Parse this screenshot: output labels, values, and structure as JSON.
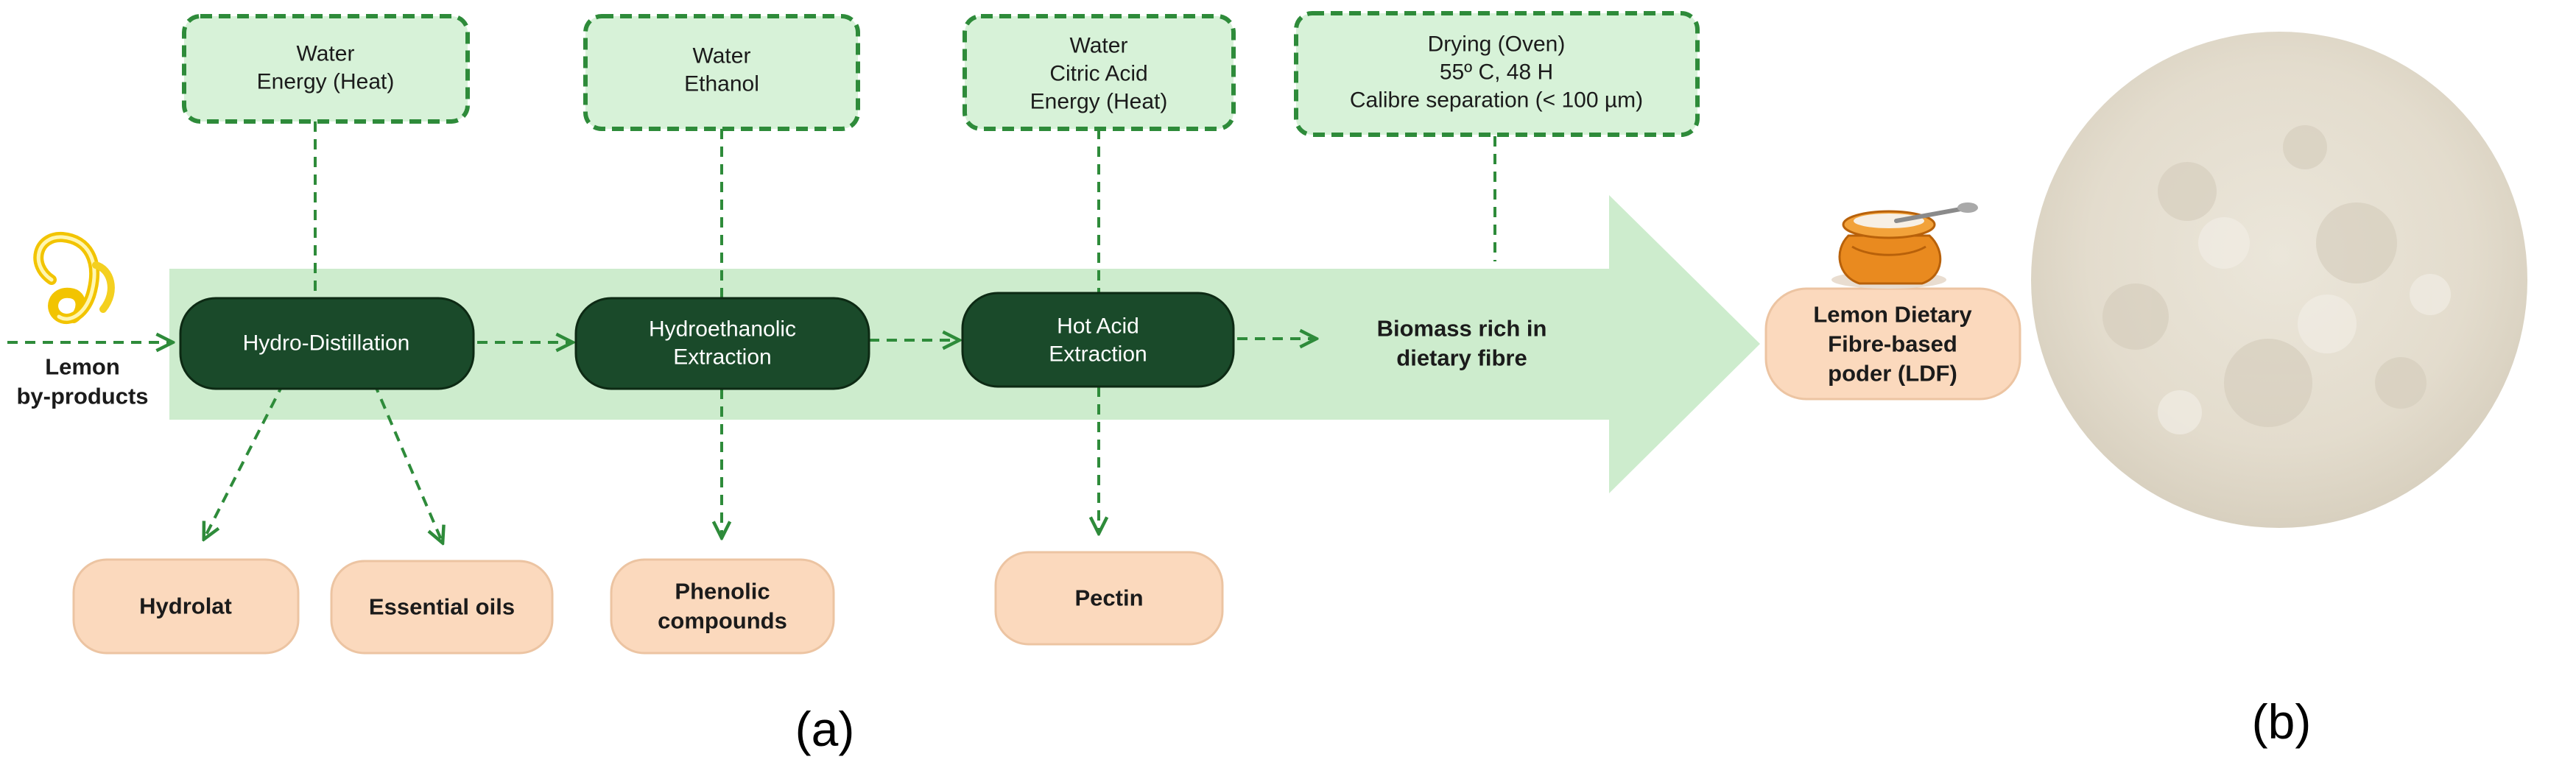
{
  "inputs": [
    {
      "lines": [
        "Water",
        "Energy (Heat)"
      ]
    },
    {
      "lines": [
        "Water",
        "Ethanol"
      ]
    },
    {
      "lines": [
        "Water",
        "Citric Acid",
        "Energy (Heat)"
      ]
    },
    {
      "lines": [
        "Drying (Oven)",
        "55º C, 48 H",
        "Calibre separation (< 100 µm)"
      ]
    }
  ],
  "start": {
    "lines": [
      "Lemon",
      "by-products"
    ]
  },
  "steps": [
    {
      "lines": [
        "Hydro-Distillation"
      ]
    },
    {
      "lines": [
        "Hydroethanolic",
        "Extraction"
      ]
    },
    {
      "lines": [
        "Hot Acid",
        "Extraction"
      ]
    }
  ],
  "intermediate": {
    "lines": [
      "Biomass rich in",
      "dietary fibre"
    ]
  },
  "outputs": [
    {
      "lines": [
        "Hydrolat"
      ]
    },
    {
      "lines": [
        "Essential oils"
      ]
    },
    {
      "lines": [
        "Phenolic",
        "compounds"
      ]
    },
    {
      "lines": [
        "Pectin"
      ]
    }
  ],
  "final_product": {
    "lines": [
      "Lemon Dietary",
      "Fibre-based",
      "poder (LDF)"
    ]
  },
  "panel_labels": {
    "a": "(a)",
    "b": "(b)"
  },
  "colors": {
    "dark_green": "#1a4a2a",
    "dashed_green": "#2e8b3a",
    "input_fill": "#d7f2d8",
    "arrow_fill": "#cdeccd",
    "output_fill": "#fbd9bd",
    "powder": "#e6e0d2"
  },
  "icons": [
    "lemon-peel-icon",
    "flour-sack-icon"
  ]
}
